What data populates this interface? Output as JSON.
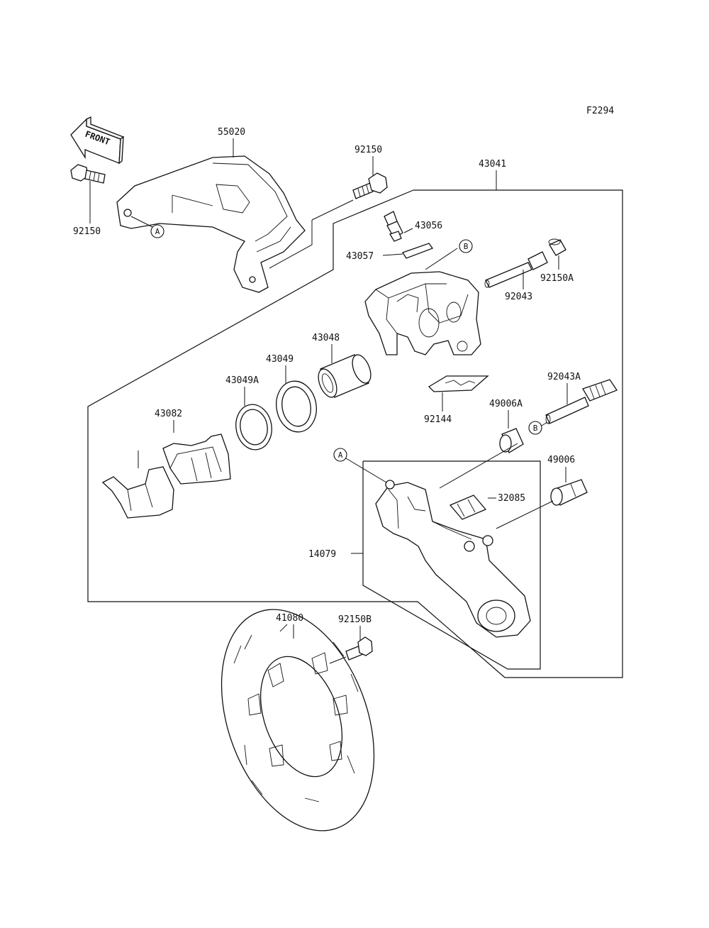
{
  "figure_id": "F2294",
  "direction_label": "FRONT",
  "ref_markers": {
    "a": "A",
    "b": "B"
  },
  "parts": {
    "p55020": "55020",
    "p92150_top": "92150",
    "p92150_left": "92150",
    "p43041": "43041",
    "p43056": "43056",
    "p43057": "43057",
    "p92043": "92043",
    "p92150A": "92150A",
    "p43048": "43048",
    "p43049": "43049",
    "p43049A": "43049A",
    "p43082": "43082",
    "p92144": "92144",
    "p92043A": "92043A",
    "p49006A": "49006A",
    "p49006": "49006",
    "p32085": "32085",
    "p14079": "14079",
    "p41080": "41080",
    "p92150B": "92150B"
  }
}
